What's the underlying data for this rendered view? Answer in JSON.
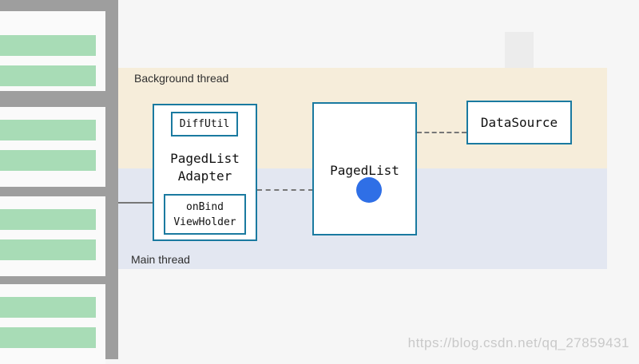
{
  "colors": {
    "background_thread_band": "#f6edda",
    "main_thread_band": "#e3e7f1",
    "box_border": "#1a7aa0",
    "list_item": "#a8dcb6",
    "dot": "#2f6fe6"
  },
  "labels": {
    "background_thread": "Background thread",
    "main_thread": "Main thread"
  },
  "nodes": {
    "diffutil": "DiffUtil",
    "pagedlist_adapter_line1": "PagedList",
    "pagedlist_adapter_line2": "Adapter",
    "onbind_line1": "onBind",
    "onbind_line2": "ViewHolder",
    "pagedlist": "PagedList",
    "datasource": "DataSource"
  },
  "watermark": "https://blog.csdn.net/qq_27859431"
}
